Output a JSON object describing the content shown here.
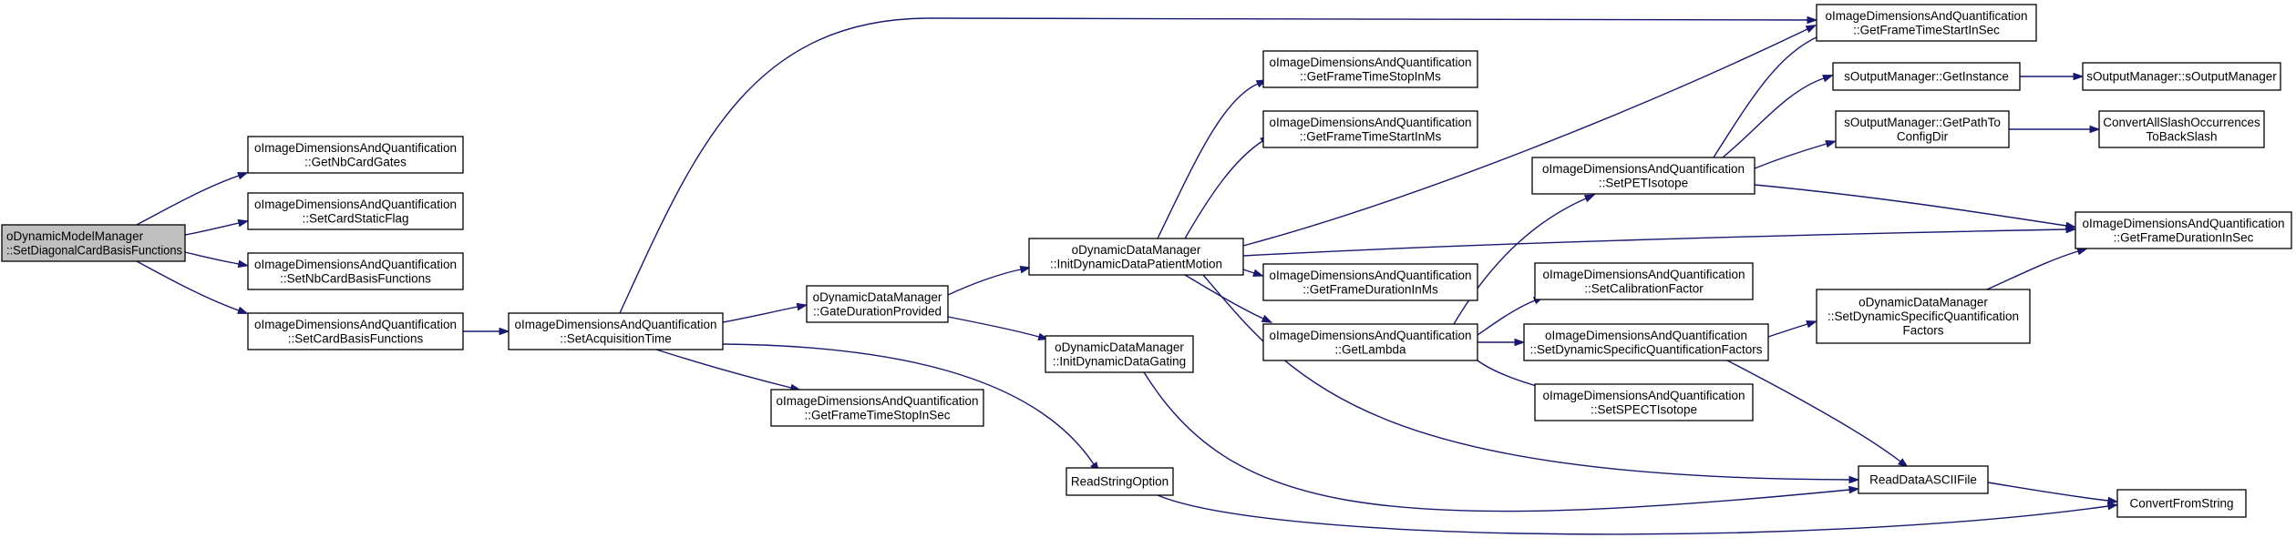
{
  "nodes": [
    {
      "id": "root",
      "lines": [
        "oDynamicModelManager",
        "::SetDiagonalCardBasisFunctions"
      ],
      "root": true
    },
    {
      "id": "getNbCardGates",
      "lines": [
        "oImageDimensionsAndQuantification",
        "::GetNbCardGates"
      ]
    },
    {
      "id": "setCardStaticFlag",
      "lines": [
        "oImageDimensionsAndQuantification",
        "::SetCardStaticFlag"
      ]
    },
    {
      "id": "setNbCardBasisFunctions",
      "lines": [
        "oImageDimensionsAndQuantification",
        "::SetNbCardBasisFunctions"
      ]
    },
    {
      "id": "setCardBasisFunctions",
      "lines": [
        "oImageDimensionsAndQuantification",
        "::SetCardBasisFunctions"
      ]
    },
    {
      "id": "setAcquisitionTime",
      "lines": [
        "oImageDimensionsAndQuantification",
        "::SetAcquisitionTime"
      ]
    },
    {
      "id": "gateDurationProvided",
      "lines": [
        "oDynamicDataManager",
        "::GateDurationProvided"
      ]
    },
    {
      "id": "getFrameTimeStopInSec",
      "lines": [
        "oImageDimensionsAndQuantification",
        "::GetFrameTimeStopInSec"
      ]
    },
    {
      "id": "initDynamicDataPatientMotion",
      "lines": [
        "oDynamicDataManager",
        "::InitDynamicDataPatientMotion"
      ]
    },
    {
      "id": "initDynamicDataGating",
      "lines": [
        "oDynamicDataManager",
        "::InitDynamicDataGating"
      ]
    },
    {
      "id": "readStringOption",
      "lines": [
        "ReadStringOption"
      ]
    },
    {
      "id": "getFrameTimeStopInMs",
      "lines": [
        "oImageDimensionsAndQuantification",
        "::GetFrameTimeStopInMs"
      ]
    },
    {
      "id": "getFrameTimeStartInMs",
      "lines": [
        "oImageDimensionsAndQuantification",
        "::GetFrameTimeStartInMs"
      ]
    },
    {
      "id": "getFrameDurationInMs",
      "lines": [
        "oImageDimensionsAndQuantification",
        "::GetFrameDurationInMs"
      ]
    },
    {
      "id": "getLambda",
      "lines": [
        "oImageDimensionsAndQuantification",
        "::GetLambda"
      ]
    },
    {
      "id": "setPETIsotope",
      "lines": [
        "oImageDimensionsAndQuantification",
        "::SetPETIsotope"
      ]
    },
    {
      "id": "setCalibrationFactor",
      "lines": [
        "oImageDimensionsAndQuantification",
        "::SetCalibrationFactor"
      ]
    },
    {
      "id": "setDynamicSpecificQuantificationFactors",
      "lines": [
        "oImageDimensionsAndQuantification",
        "::SetDynamicSpecificQuantificationFactors"
      ]
    },
    {
      "id": "setSPECTIsotope",
      "lines": [
        "oImageDimensionsAndQuantification",
        "::SetSPECTIsotope"
      ]
    },
    {
      "id": "getFrameTimeStartInSec",
      "lines": [
        "oImageDimensionsAndQuantification",
        "::GetFrameTimeStartInSec"
      ]
    },
    {
      "id": "getInstance",
      "lines": [
        "sOutputManager::GetInstance"
      ]
    },
    {
      "id": "getPathToConfigDir",
      "lines": [
        "sOutputManager::GetPathTo",
        "ConfigDir"
      ]
    },
    {
      "id": "readDataASCIIFile",
      "lines": [
        "ReadDataASCIIFile"
      ]
    },
    {
      "id": "dynMgrSetDynamicSpecificQuantificationFactors",
      "lines": [
        "oDynamicDataManager",
        "::SetDynamicSpecificQuantification",
        "Factors"
      ]
    },
    {
      "id": "sOutputManagerCtor",
      "lines": [
        "sOutputManager::sOutputManager"
      ]
    },
    {
      "id": "convertAllSlashOccurrences",
      "lines": [
        "ConvertAllSlashOccurrences",
        "ToBackSlash"
      ]
    },
    {
      "id": "getFrameDurationInSec",
      "lines": [
        "oImageDimensionsAndQuantification",
        "::GetFrameDurationInSec"
      ]
    },
    {
      "id": "convertFromString",
      "lines": [
        "ConvertFromString"
      ]
    }
  ],
  "edges": [
    {
      "from": "root",
      "to": "getNbCardGates"
    },
    {
      "from": "root",
      "to": "setCardStaticFlag"
    },
    {
      "from": "root",
      "to": "setNbCardBasisFunctions"
    },
    {
      "from": "root",
      "to": "setCardBasisFunctions"
    },
    {
      "from": "setCardBasisFunctions",
      "to": "setAcquisitionTime"
    },
    {
      "from": "setAcquisitionTime",
      "to": "getFrameTimeStartInSec"
    },
    {
      "from": "setAcquisitionTime",
      "to": "gateDurationProvided"
    },
    {
      "from": "setAcquisitionTime",
      "to": "getFrameTimeStopInSec"
    },
    {
      "from": "setAcquisitionTime",
      "to": "readStringOption"
    },
    {
      "from": "gateDurationProvided",
      "to": "initDynamicDataPatientMotion"
    },
    {
      "from": "gateDurationProvided",
      "to": "initDynamicDataGating"
    },
    {
      "from": "initDynamicDataPatientMotion",
      "to": "getFrameTimeStopInMs"
    },
    {
      "from": "initDynamicDataPatientMotion",
      "to": "getFrameTimeStartInMs"
    },
    {
      "from": "initDynamicDataPatientMotion",
      "to": "getFrameTimeStartInSec"
    },
    {
      "from": "initDynamicDataPatientMotion",
      "to": "getFrameDurationInSec"
    },
    {
      "from": "initDynamicDataPatientMotion",
      "to": "getFrameDurationInMs"
    },
    {
      "from": "initDynamicDataPatientMotion",
      "to": "getLambda"
    },
    {
      "from": "initDynamicDataPatientMotion",
      "to": "readDataASCIIFile"
    },
    {
      "from": "initDynamicDataGating",
      "to": "readDataASCIIFile"
    },
    {
      "from": "readStringOption",
      "to": "convertFromString"
    },
    {
      "from": "getLambda",
      "to": "setPETIsotope"
    },
    {
      "from": "getLambda",
      "to": "setCalibrationFactor"
    },
    {
      "from": "getLambda",
      "to": "setDynamicSpecificQuantificationFactors"
    },
    {
      "from": "getLambda",
      "to": "setSPECTIsotope"
    },
    {
      "from": "setPETIsotope",
      "to": "getFrameTimeStartInSec"
    },
    {
      "from": "setPETIsotope",
      "to": "getInstance"
    },
    {
      "from": "setPETIsotope",
      "to": "getPathToConfigDir"
    },
    {
      "from": "setPETIsotope",
      "to": "getFrameDurationInSec"
    },
    {
      "from": "setDynamicSpecificQuantificationFactors",
      "to": "dynMgrSetDynamicSpecificQuantificationFactors"
    },
    {
      "from": "setDynamicSpecificQuantificationFactors",
      "to": "readDataASCIIFile"
    },
    {
      "from": "getInstance",
      "to": "sOutputManagerCtor"
    },
    {
      "from": "getPathToConfigDir",
      "to": "convertAllSlashOccurrences"
    },
    {
      "from": "dynMgrSetDynamicSpecificQuantificationFactors",
      "to": "getFrameDurationInSec"
    },
    {
      "from": "readDataASCIIFile",
      "to": "convertFromString"
    }
  ],
  "colors": {
    "edge": "#191970",
    "root_fill": "#bfbfbf",
    "node_fill": "#ffffff",
    "node_stroke": "#000000"
  }
}
